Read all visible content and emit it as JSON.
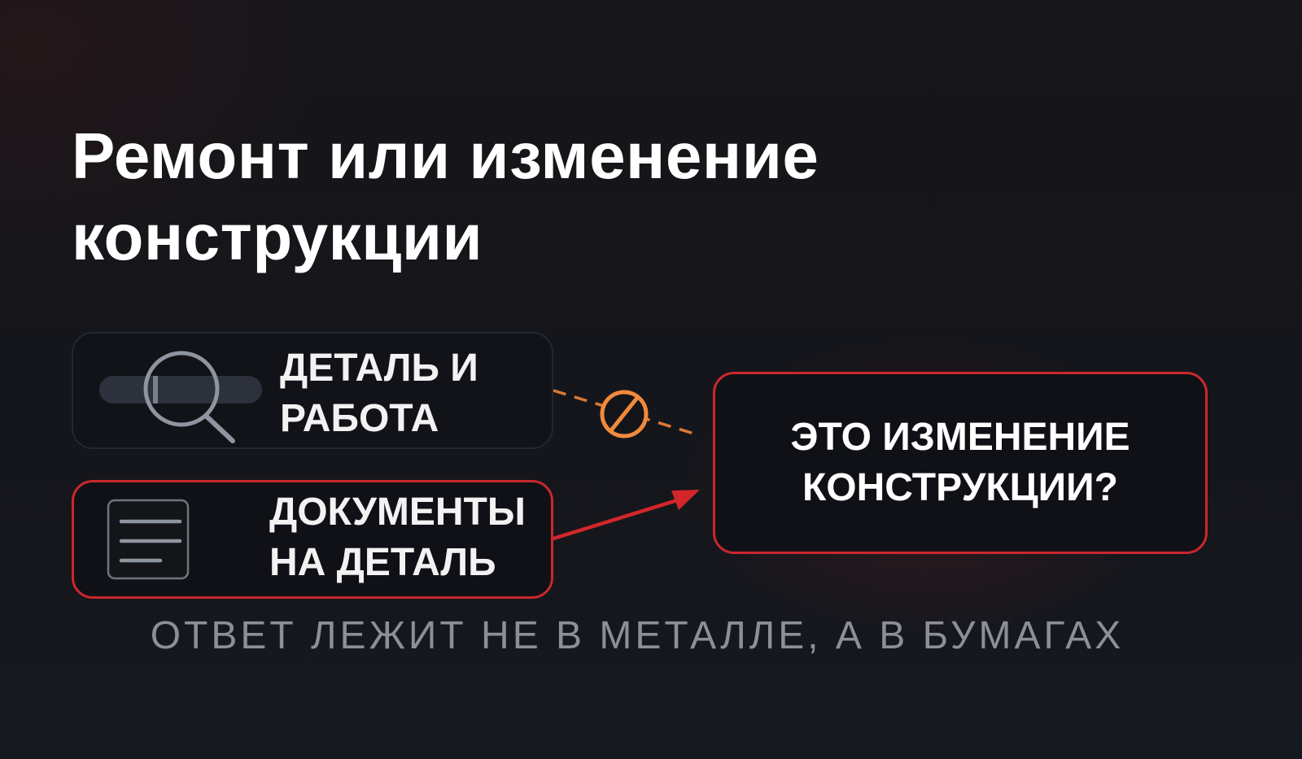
{
  "title": {
    "line1": "Ремонт или изменение",
    "line2": "конструкции"
  },
  "nodes": {
    "part_and_work": {
      "line1": "ДЕТАЛЬ И",
      "line2": "РАБОТА",
      "icon": "magnifier-over-part-icon"
    },
    "part_documents": {
      "line1": "ДОКУМЕНТЫ",
      "line2": "НА ДЕТАЛЬ",
      "icon": "document-icon"
    },
    "question": {
      "line1": "ЭТО ИЗМЕНЕНИЕ",
      "line2": "КОНСТРУКЦИИ?"
    }
  },
  "edges": [
    {
      "from": "part_and_work",
      "to": "question",
      "style": "dashed",
      "color": "#e8853a",
      "marker": "prohibited-icon"
    },
    {
      "from": "part_documents",
      "to": "question",
      "style": "arrow",
      "color": "#d3262b"
    }
  ],
  "caption": "ОТВЕТ ЛЕЖИТ НЕ В МЕТАЛЛЕ, А В БУМАГАХ",
  "colors": {
    "background": "#16171c",
    "accent_red": "#c9282e",
    "accent_orange": "#e8853a",
    "caption_gray": "#8c8f99"
  }
}
